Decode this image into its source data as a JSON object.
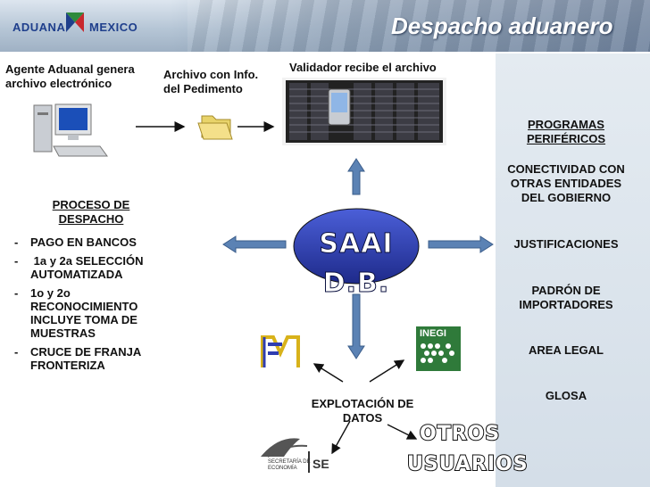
{
  "header": {
    "logo_left": "ADUANA",
    "logo_right": "MEXICO",
    "title": "Despacho aduanero"
  },
  "flow": {
    "agent_label": "Agente Aduanal genera archivo electrónico",
    "file_label": "Archivo con Info. del Pedimento",
    "validator_label": "Validador recibe el archivo"
  },
  "center": {
    "system_name": "SAAI D.B."
  },
  "process": {
    "title": "PROCESO DE DESPACHO",
    "items": [
      "PAGO EN BANCOS",
      " 1a y 2a SELECCIÓN AUTOMATIZADA",
      "1o y 2o RECONOCIMIENTO INCLUYE TOMA DE MUESTRAS",
      "CRUCE DE FRANJA FRONTERIZA"
    ]
  },
  "right_items": {
    "programas": "PROGRAMAS PERIFÉRICOS",
    "conectividad": "CONECTIVIDAD CON OTRAS ENTIDADES DEL GOBIERNO",
    "justificaciones": "JUSTIFICACIONES",
    "padron": "PADRÓN DE IMPORTADORES",
    "area_legal": "AREA LEGAL",
    "glosa": "GLOSA"
  },
  "bottom": {
    "explotacion": "EXPLOTACIÓN DE DATOS",
    "otros": "OTROS",
    "usuarios": "USUARIOS"
  },
  "logos": {
    "inegi": "INEGI",
    "secretaria_line1": "SECRETARÍA DE",
    "secretaria_line2": "ECONOMÍA",
    "se": "SE"
  },
  "colors": {
    "arrow_blue": "#5b82b4",
    "ellipse_blue": "#2f3db0",
    "title_white": "#ffffff",
    "inegi_green": "#2f7a3a"
  }
}
